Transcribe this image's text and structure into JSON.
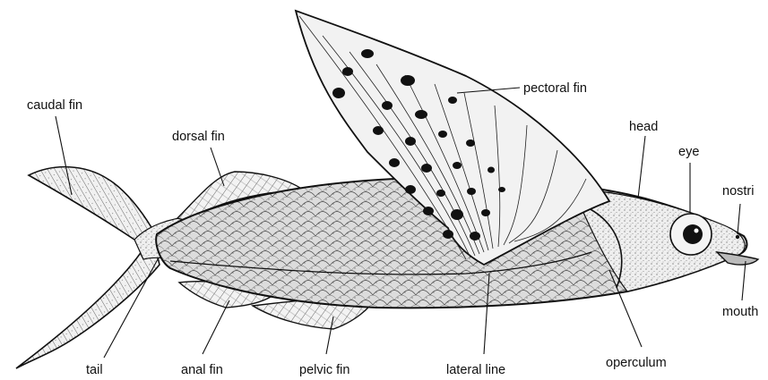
{
  "labels": {
    "caudal_fin": "caudal fin",
    "dorsal_fin": "dorsal fin",
    "pectoral_fin": "pectoral fin",
    "head": "head",
    "eye": "eye",
    "nostril": "nostri",
    "mouth": "mouth",
    "tail": "tail",
    "anal_fin": "anal fin",
    "pelvic_fin": "pelvic fin",
    "lateral_line": "lateral line",
    "operculum": "operculum"
  },
  "colors": {
    "ink": "#111111",
    "background": "#ffffff",
    "body_fill": "#d9d9d9",
    "fin_fill": "#eeeeee",
    "spot": "#111111"
  }
}
